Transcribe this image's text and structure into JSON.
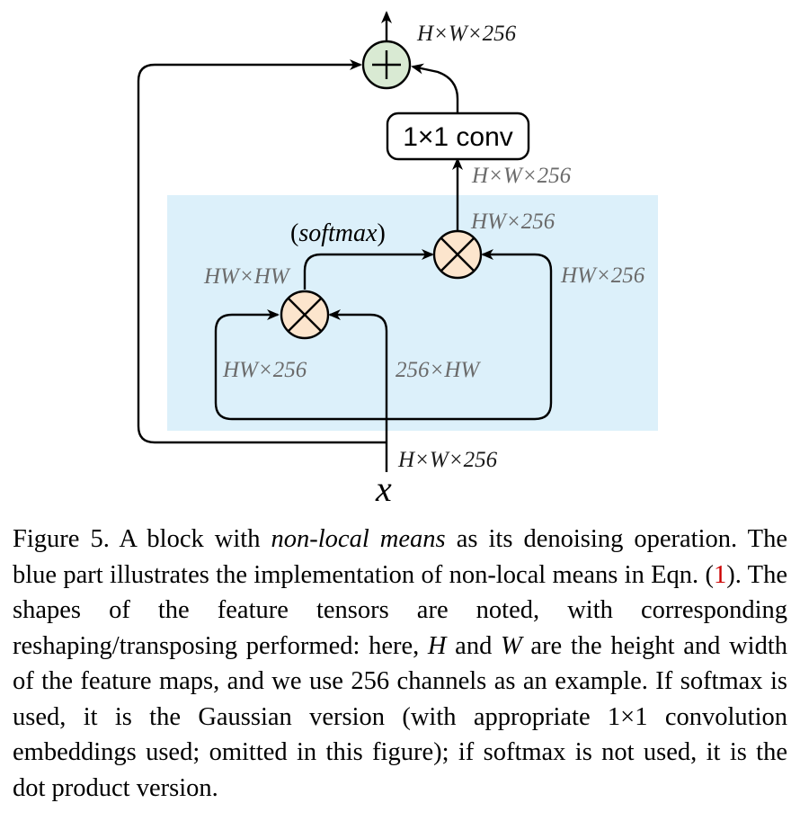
{
  "diagram": {
    "colors": {
      "blue_region": "#dcf0fa",
      "add_node": "#d9ead3",
      "mult_node": "#fce5cd"
    },
    "shapes": {
      "top_out": "H×W×256",
      "conv_out": "H×W×256",
      "second_mult_out": "HW×256",
      "first_mult_out": "HW×HW",
      "right_branch": "HW×256",
      "left_branch": "HW×256",
      "mid_branch": "256×HW",
      "input": "H×W×256"
    },
    "conv_label": "1×1 conv",
    "softmax_open": "(",
    "softmax_word": "softmax",
    "softmax_close": ")",
    "input_symbol": "x",
    "nodes": {
      "add_symbol": "add-icon",
      "mult_symbol": "multiply-icon"
    }
  },
  "caption": {
    "fig_label": "Figure 5. A block with ",
    "emph": "non-local means",
    "part1": " as its denoising operation. The blue part illustrates the implementation of non-local means in Eqn. (",
    "ref": "1",
    "part2": ").  The shapes of the feature tensors are noted, with corresponding reshaping/transposing performed: here, ",
    "H": "H",
    "and": " and ",
    "W": "W",
    "part3": " are the height and width of the feature maps, and we use 256 channels as an example. If softmax is used, it is the Gaussian version (with appropriate 1×1 convolution embeddings used; omitted in this figure); if softmax is not used, it is the dot product version."
  }
}
